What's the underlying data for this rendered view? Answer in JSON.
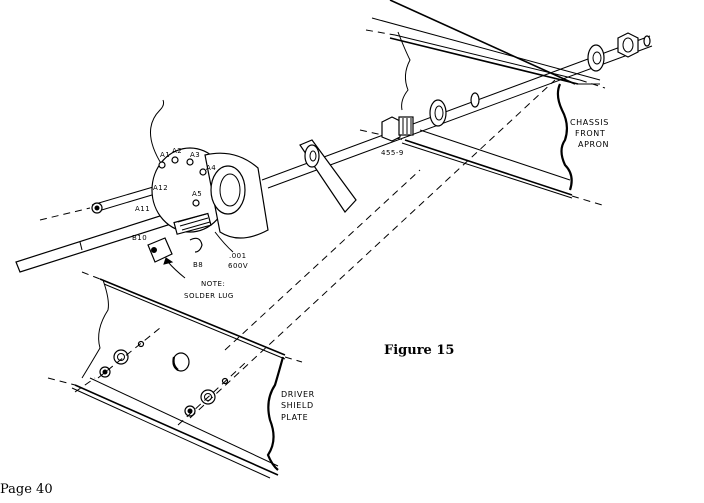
{
  "figure": {
    "caption": "Figure 15",
    "page_label": "Page 40"
  },
  "labels": {
    "chassis_front_apron": [
      "CHASSIS",
      "FRONT",
      "APRON"
    ],
    "driver_shield_plate": [
      "DRIVER",
      "SHIELD",
      "PLATE"
    ],
    "note": [
      "NOTE:",
      "SOLDER LUG"
    ],
    "part_number": "455-9",
    "capacitor": [
      ".001",
      "600V"
    ],
    "terminals": {
      "a1": "A1",
      "a2": "A2",
      "a3": "A3",
      "a4": "A4",
      "a5": "A5",
      "a11": "A11",
      "a12": "A12",
      "b8": "B8",
      "b10": "B10"
    }
  }
}
